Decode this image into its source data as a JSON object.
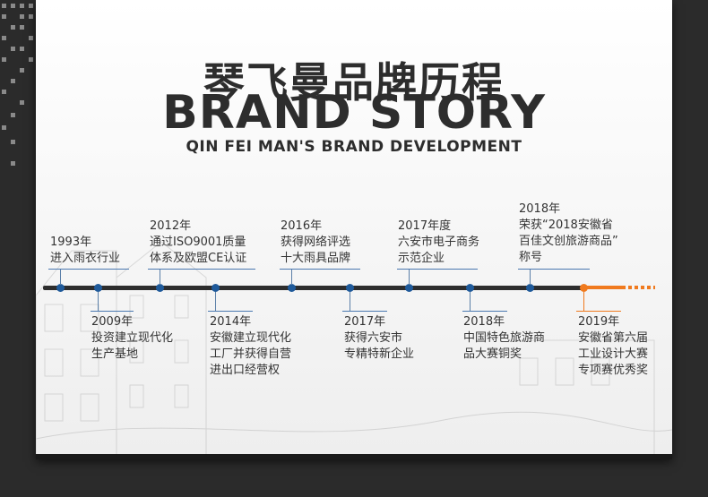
{
  "title_cn": "琴飞曼品牌历程",
  "title_en": "BRAND STORY",
  "subtitle": "QIN FEI MAN'S BRAND DEVELOPMENT",
  "colors": {
    "accent_blue": "#1f5a9a",
    "accent_orange": "#f07a1e",
    "line": "#2d2d2d"
  },
  "events": [
    {
      "year": "1993年",
      "lines": [
        "进入雨衣行业"
      ]
    },
    {
      "year": "2009年",
      "lines": [
        "投资建立现代化",
        "生产基地"
      ]
    },
    {
      "year": "2012年",
      "lines": [
        "通过ISO9001质量",
        "体系及欧盟CE认证"
      ]
    },
    {
      "year": "2014年",
      "lines": [
        "安徽建立现代化",
        "工厂并获得自营",
        "进出口经营权"
      ]
    },
    {
      "year": "2016年",
      "lines": [
        "获得网络评选",
        "十大雨具品牌"
      ]
    },
    {
      "year": "2017年",
      "lines": [
        "获得六安市",
        "专精特新企业"
      ]
    },
    {
      "year": "2017年度",
      "lines": [
        "六安市电子商务",
        "示范企业"
      ]
    },
    {
      "year": "2018年",
      "lines": [
        "中国特色旅游商",
        "品大赛铜奖"
      ]
    },
    {
      "year": "2018年",
      "lines": [
        "荣获“2018安徽省",
        "百佳文创旅游商品”",
        "称号"
      ]
    },
    {
      "year": "2019年",
      "lines": [
        "安徽省第六届",
        "工业设计大赛",
        "专项赛优秀奖"
      ]
    }
  ]
}
